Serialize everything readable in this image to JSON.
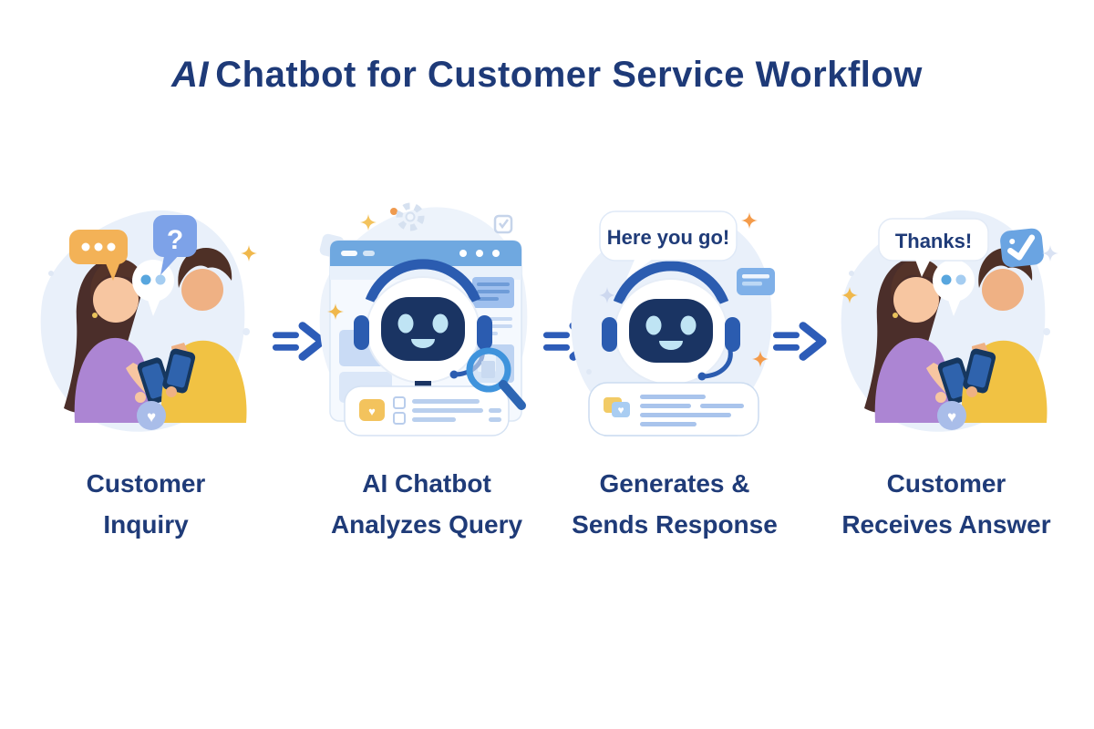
{
  "title": {
    "ai": "AI",
    "rest": "Chatbot for Customer Service Workflow"
  },
  "steps": [
    {
      "id": "customer-inquiry",
      "label_line1": "Customer",
      "label_line2": "Inquiry",
      "question_bubble": "?"
    },
    {
      "id": "chatbot-analyzes-query",
      "label_line1": "AI Chatbot",
      "label_line2": "Analyzes Query"
    },
    {
      "id": "generates-sends-response",
      "label_line1": "Generates &",
      "label_line2": "Sends Response",
      "speech": "Here you go!"
    },
    {
      "id": "customer-receives-answer",
      "label_line1": "Customer",
      "label_line2": "Receives Answer",
      "speech": "Thanks!"
    }
  ],
  "icons": {
    "heart_glyph": "♥",
    "arrow": "double-arrow-right",
    "step1": [
      "typing-dots-bubble",
      "question-bubble",
      "chat-dots-bubble",
      "heart-badge"
    ],
    "step2": [
      "browser-window",
      "gear",
      "checkbox",
      "magnifier",
      "response-card"
    ],
    "step3": [
      "speech-bubble",
      "message-panel",
      "response-card"
    ],
    "step4": [
      "speech-bubble",
      "check-badge",
      "chat-dots-bubble",
      "heart-badge"
    ]
  },
  "colors": {
    "text_navy": "#1f3b78",
    "arrow_blue": "#2d5cb8",
    "blob_light_blue": "#e9f0fa",
    "bubble_orange": "#f3b257",
    "bubble_blue": "#7da2e8",
    "robot_face_navy": "#1a3463",
    "robot_accent_blue": "#2b5cb0",
    "robot_light_blue": "#bfe4f4",
    "browser_header_blue": "#6fa8e0",
    "badge_check_blue": "#6aa4e2",
    "heart_badge_blue": "#a9bde9",
    "highlight_yellow": "#f3c35d",
    "shirt_purple": "#ac85d3",
    "shirt_yellow": "#f1c243"
  }
}
